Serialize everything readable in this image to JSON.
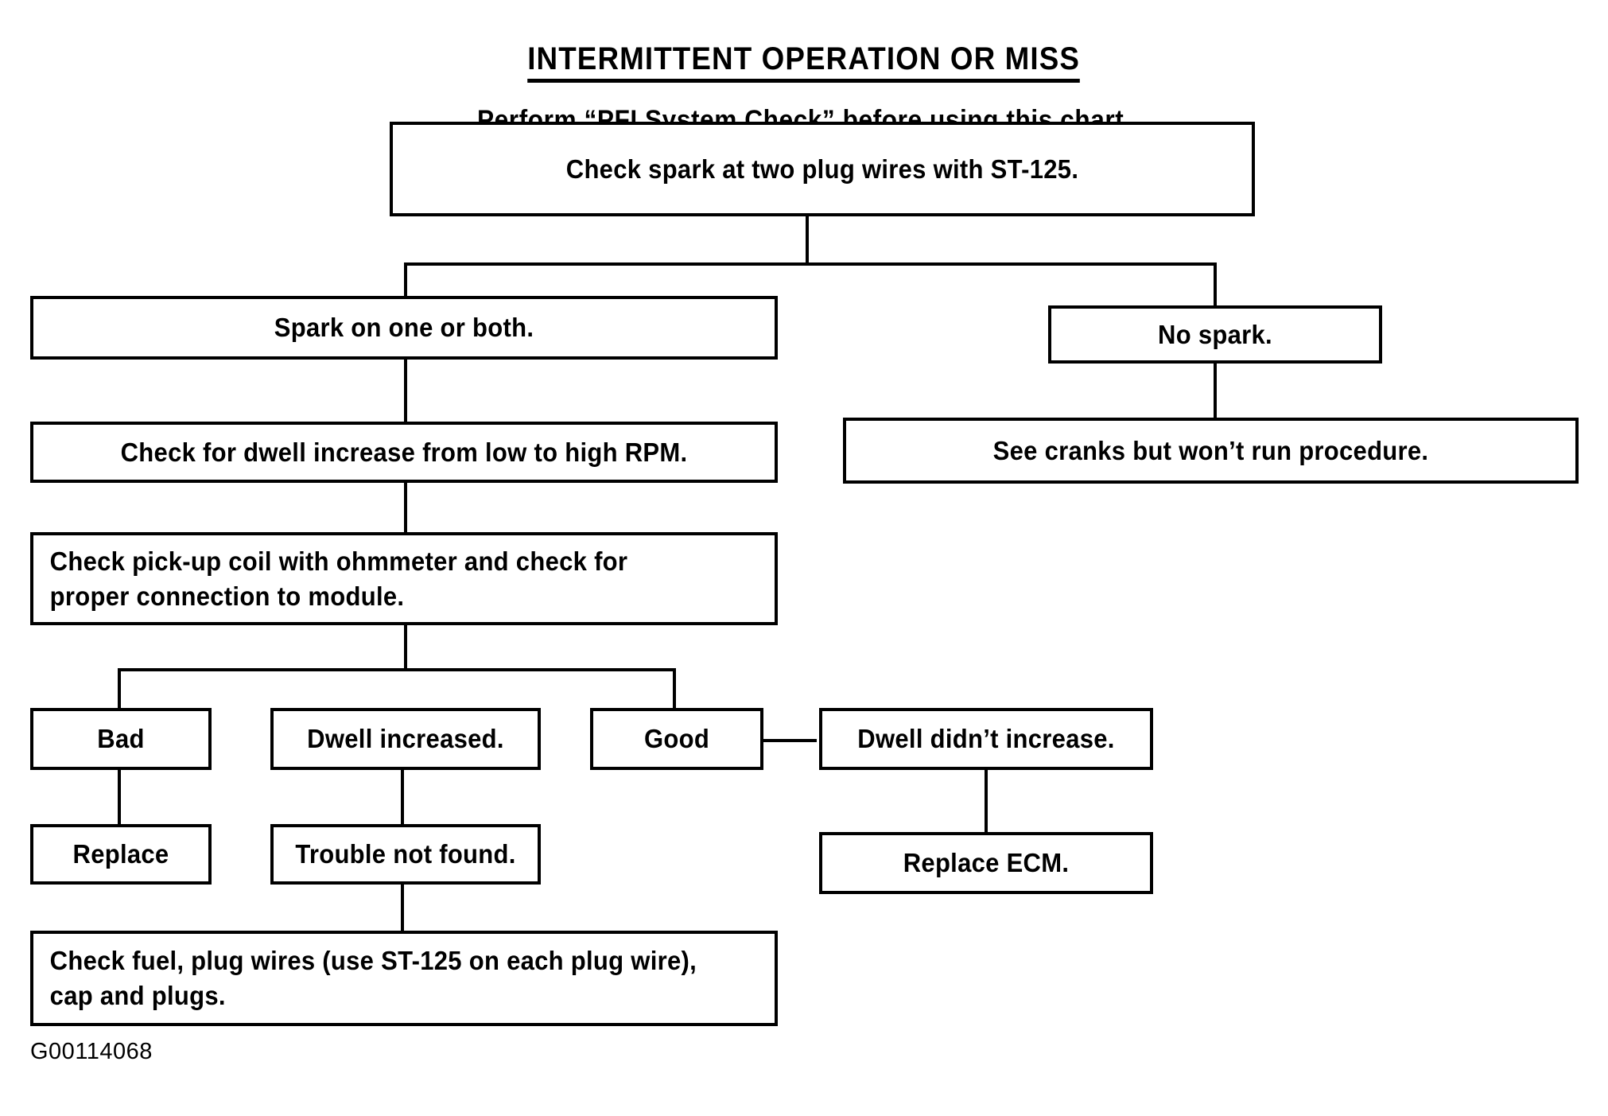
{
  "header": {
    "title": "INTERMITTENT OPERATION OR MISS",
    "subtitle": "Perform “PFI System Check” before using this chart."
  },
  "footer": {
    "figure_code": "G00114068"
  },
  "colors": {
    "ink": "#000000",
    "paper": "#ffffff"
  },
  "chart_data": {
    "type": "flowchart",
    "title": "INTERMITTENT OPERATION OR MISS",
    "subtitle": "Perform “PFI System Check” before using this chart.",
    "orientation": "top-down",
    "nodes": [
      {
        "id": "n1",
        "label": "Check spark at two plug wires with ST-125."
      },
      {
        "id": "n2",
        "label": "Spark on one or both."
      },
      {
        "id": "n3",
        "label": "No spark."
      },
      {
        "id": "n4",
        "label": "Check for dwell increase from low to high RPM."
      },
      {
        "id": "n5",
        "label": "See  cranks but won’t run procedure."
      },
      {
        "id": "n6",
        "label": "Check pick-up coil with ohmmeter and check for\nproper connection to module."
      },
      {
        "id": "n7",
        "label": "Bad"
      },
      {
        "id": "n8",
        "label": "Dwell increased."
      },
      {
        "id": "n9",
        "label": "Good"
      },
      {
        "id": "n10",
        "label": "Dwell didn’t increase."
      },
      {
        "id": "n11",
        "label": "Replace"
      },
      {
        "id": "n12",
        "label": "Trouble not found."
      },
      {
        "id": "n13",
        "label": "Replace ECM."
      },
      {
        "id": "n14",
        "label": "Check fuel, plug wires (use ST-125 on each plug wire),\ncap and plugs."
      }
    ],
    "edges": [
      {
        "from": "n1",
        "to": "n2"
      },
      {
        "from": "n1",
        "to": "n3"
      },
      {
        "from": "n2",
        "to": "n4"
      },
      {
        "from": "n3",
        "to": "n5"
      },
      {
        "from": "n4",
        "to": "n6"
      },
      {
        "from": "n6",
        "to": "n7"
      },
      {
        "from": "n6",
        "to": "n9"
      },
      {
        "from": "n9",
        "to": "n8"
      },
      {
        "from": "n9",
        "to": "n10"
      },
      {
        "from": "n7",
        "to": "n11"
      },
      {
        "from": "n8",
        "to": "n12"
      },
      {
        "from": "n10",
        "to": "n13"
      },
      {
        "from": "n12",
        "to": "n14"
      }
    ]
  },
  "nodes": {
    "n1": {
      "label": "Check spark at two plug wires with ST-125."
    },
    "n2": {
      "label": "Spark on one or both."
    },
    "n3": {
      "label": "No spark."
    },
    "n4": {
      "label": "Check for dwell increase from low to high RPM."
    },
    "n5": {
      "label": "See  cranks but won’t run procedure."
    },
    "n6": {
      "label": "Check pick-up coil with ohmmeter and check for\nproper connection to module."
    },
    "n7": {
      "label": "Bad"
    },
    "n8": {
      "label": "Dwell increased."
    },
    "n9": {
      "label": "Good"
    },
    "n10": {
      "label": "Dwell didn’t increase."
    },
    "n11": {
      "label": "Replace"
    },
    "n12": {
      "label": "Trouble not found."
    },
    "n13": {
      "label": "Replace ECM."
    },
    "n14": {
      "label": "Check fuel, plug wires (use ST-125 on each plug wire),\ncap and plugs."
    }
  }
}
